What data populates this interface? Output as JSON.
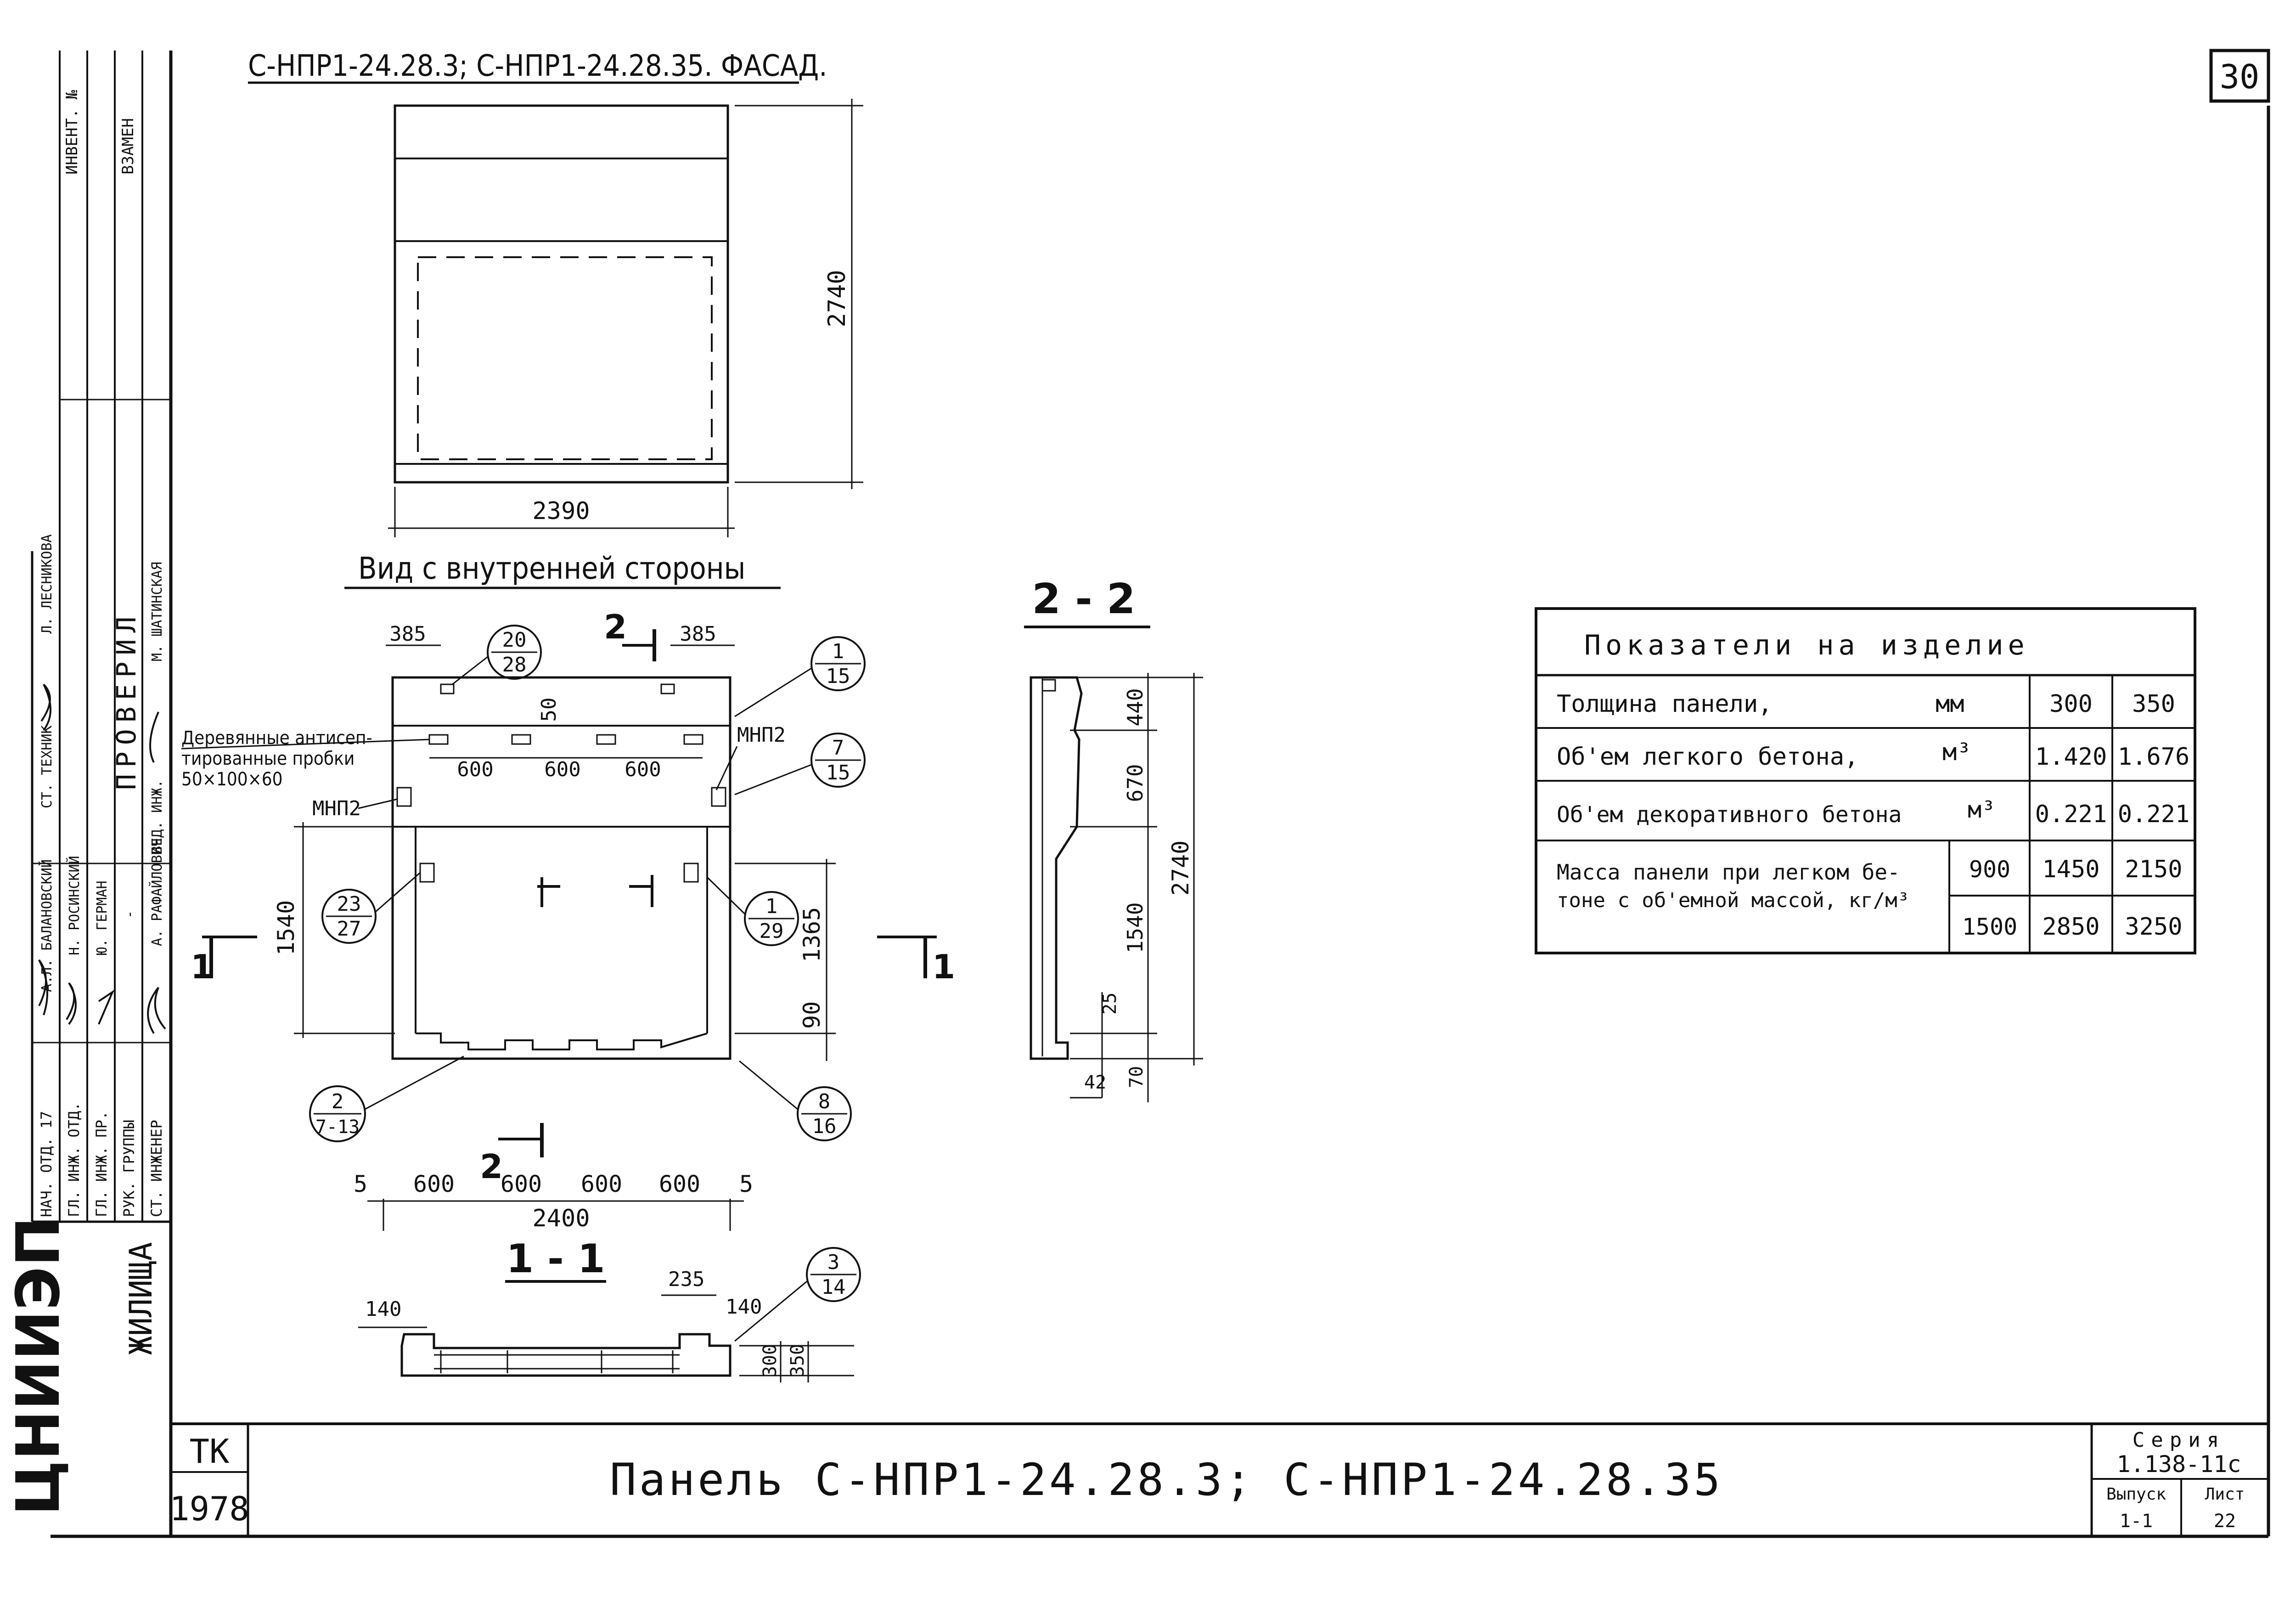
{
  "sheet_number": "30",
  "facade_title": "С-НПР1-24.28.3; С-НПР1-24.28.35. ФАСАД.",
  "facade_dims": {
    "height": "2740",
    "width": "2390"
  },
  "inner_view_title": "Вид с внутренней стороны",
  "inner_view": {
    "dims": {
      "top_left": "385",
      "top_right": "385",
      "spacing": [
        "600",
        "600",
        "600"
      ],
      "vertical_50": "50",
      "left_height": "1540",
      "right_1365": "1365",
      "right_90": "90",
      "bottom": [
        "5",
        "600",
        "600",
        "600",
        "600",
        "5"
      ],
      "overall": "2400"
    },
    "wood_note": [
      "Деревянные антисеп-",
      "тированные пробки",
      "50×100×60"
    ],
    "mp_label": "МНП2",
    "callouts": [
      {
        "num": "20",
        "den": "28"
      },
      {
        "num": "1",
        "den": "15"
      },
      {
        "num": "7",
        "den": "15"
      },
      {
        "num": "23",
        "den": "27"
      },
      {
        "num": "1",
        "den": "29"
      },
      {
        "num": "8",
        "den": "16"
      },
      {
        "num": "2",
        "den": "7-13"
      }
    ],
    "section_marks": {
      "one": "1",
      "two": "2"
    }
  },
  "section_1_1": {
    "title": "1 - 1",
    "dims": {
      "left": "140",
      "right": "140",
      "top": "235",
      "t1": "300",
      "t2": "350"
    },
    "callout": {
      "num": "3",
      "den": "14"
    }
  },
  "section_2_2": {
    "title": "2 - 2",
    "dims": [
      "440",
      "670",
      "1540",
      "2740",
      "25",
      "70",
      "42"
    ]
  },
  "indicators_table": {
    "title": "Показатели на изделие",
    "rows": [
      {
        "label": "Толщина панели,",
        "unit": "мм",
        "v1": "300",
        "v2": "350"
      },
      {
        "label": "Об'ем легкого бетона,",
        "unit": "м³",
        "v1": "1.420",
        "v2": "1.676"
      },
      {
        "label": "Об'ем декоративного бетона",
        "unit": "м³",
        "v1": "0.221",
        "v2": "0.221"
      }
    ],
    "mass_label": [
      "Масса панели при легком бе-",
      "тоне с об'емной массой, кг/м³"
    ],
    "mass_rows": [
      {
        "density": "900",
        "v1": "1450",
        "v2": "2150"
      },
      {
        "density": "1500",
        "v1": "2850",
        "v2": "3250"
      }
    ]
  },
  "left_stamp": {
    "org": "ЦНИИЭП",
    "org_suffix": "ЖИЛИЩА",
    "roles": [
      "НАЧ. ОТД. 17",
      "ГЛ. ИНЖ. ОТД.",
      "ГЛ. ИНЖ. ПР.",
      "РУК. ГРУППЫ",
      "СТ. ИНЖЕНЕР"
    ],
    "names": [
      "А.Л. БАЛАНОВСКИЙ",
      "Н. РОСИНСКИЙ",
      "Ю. ГЕРМАН",
      "-",
      "А. РАФАЙЛОВИЧ"
    ],
    "extra_roles": [
      "СТ. ТЕХНИК",
      "ВЕД. ИНЖ."
    ],
    "extra_names": [
      "Л. ЛЕСНИКОВА",
      "М. ШАТИНСКАЯ"
    ],
    "checked": "ПРОВЕРИЛ",
    "col_headers": [
      "ИНВЕНТ. №",
      "ВЗАМЕН"
    ]
  },
  "bottom_block": {
    "tk": "ТК",
    "year": "1978",
    "title": "Панель С-НПР1-24.28.3; С-НПР1-24.28.35",
    "series_label": "Серия",
    "series_value": "1.138-11с",
    "issue_label": "Выпуск",
    "issue_value": "1-1",
    "sheet_label": "Лист",
    "sheet_value": "22"
  }
}
